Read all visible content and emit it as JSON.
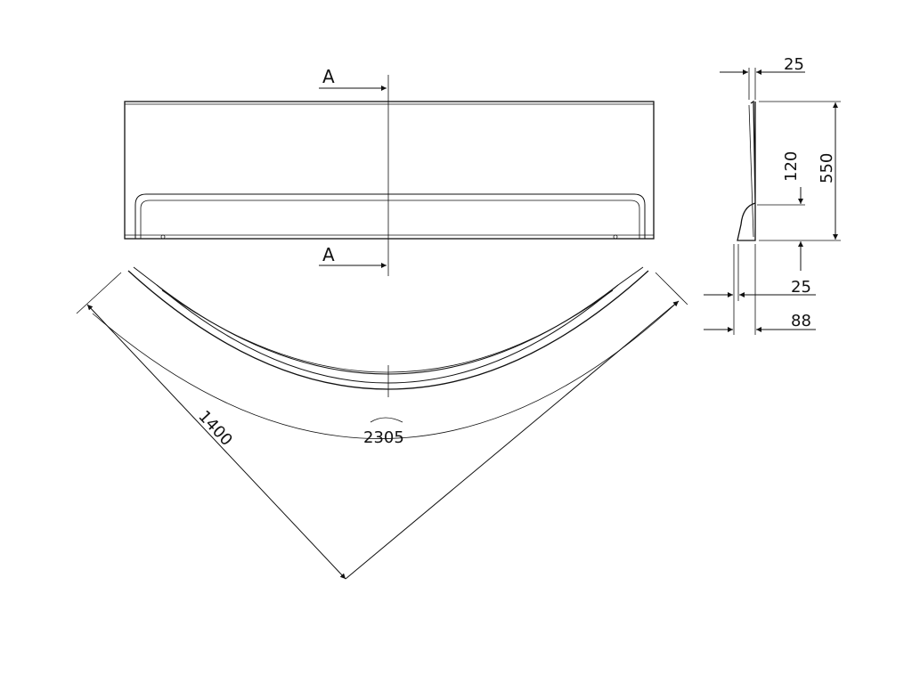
{
  "drawing": {
    "section_marker_top": "A",
    "section_marker_bottom": "A",
    "dims": {
      "thickness_top": "25",
      "height_total": "550",
      "lip_height": "120",
      "lip_offset": "25",
      "base_depth": "88",
      "corner_size": "1400",
      "arc_length": "2305"
    }
  }
}
